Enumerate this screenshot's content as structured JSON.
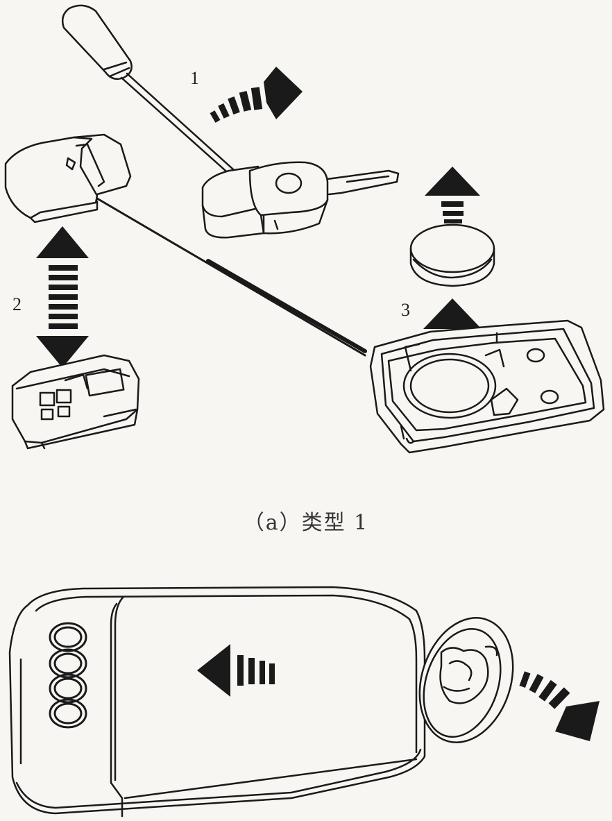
{
  "labels": {
    "step1": "1",
    "step2": "2",
    "step3": "3"
  },
  "caption": "（a）类型 1",
  "colors": {
    "line": "#1a1a1a",
    "paper": "#f7f6f2",
    "arrow": "#1a1a1a"
  }
}
